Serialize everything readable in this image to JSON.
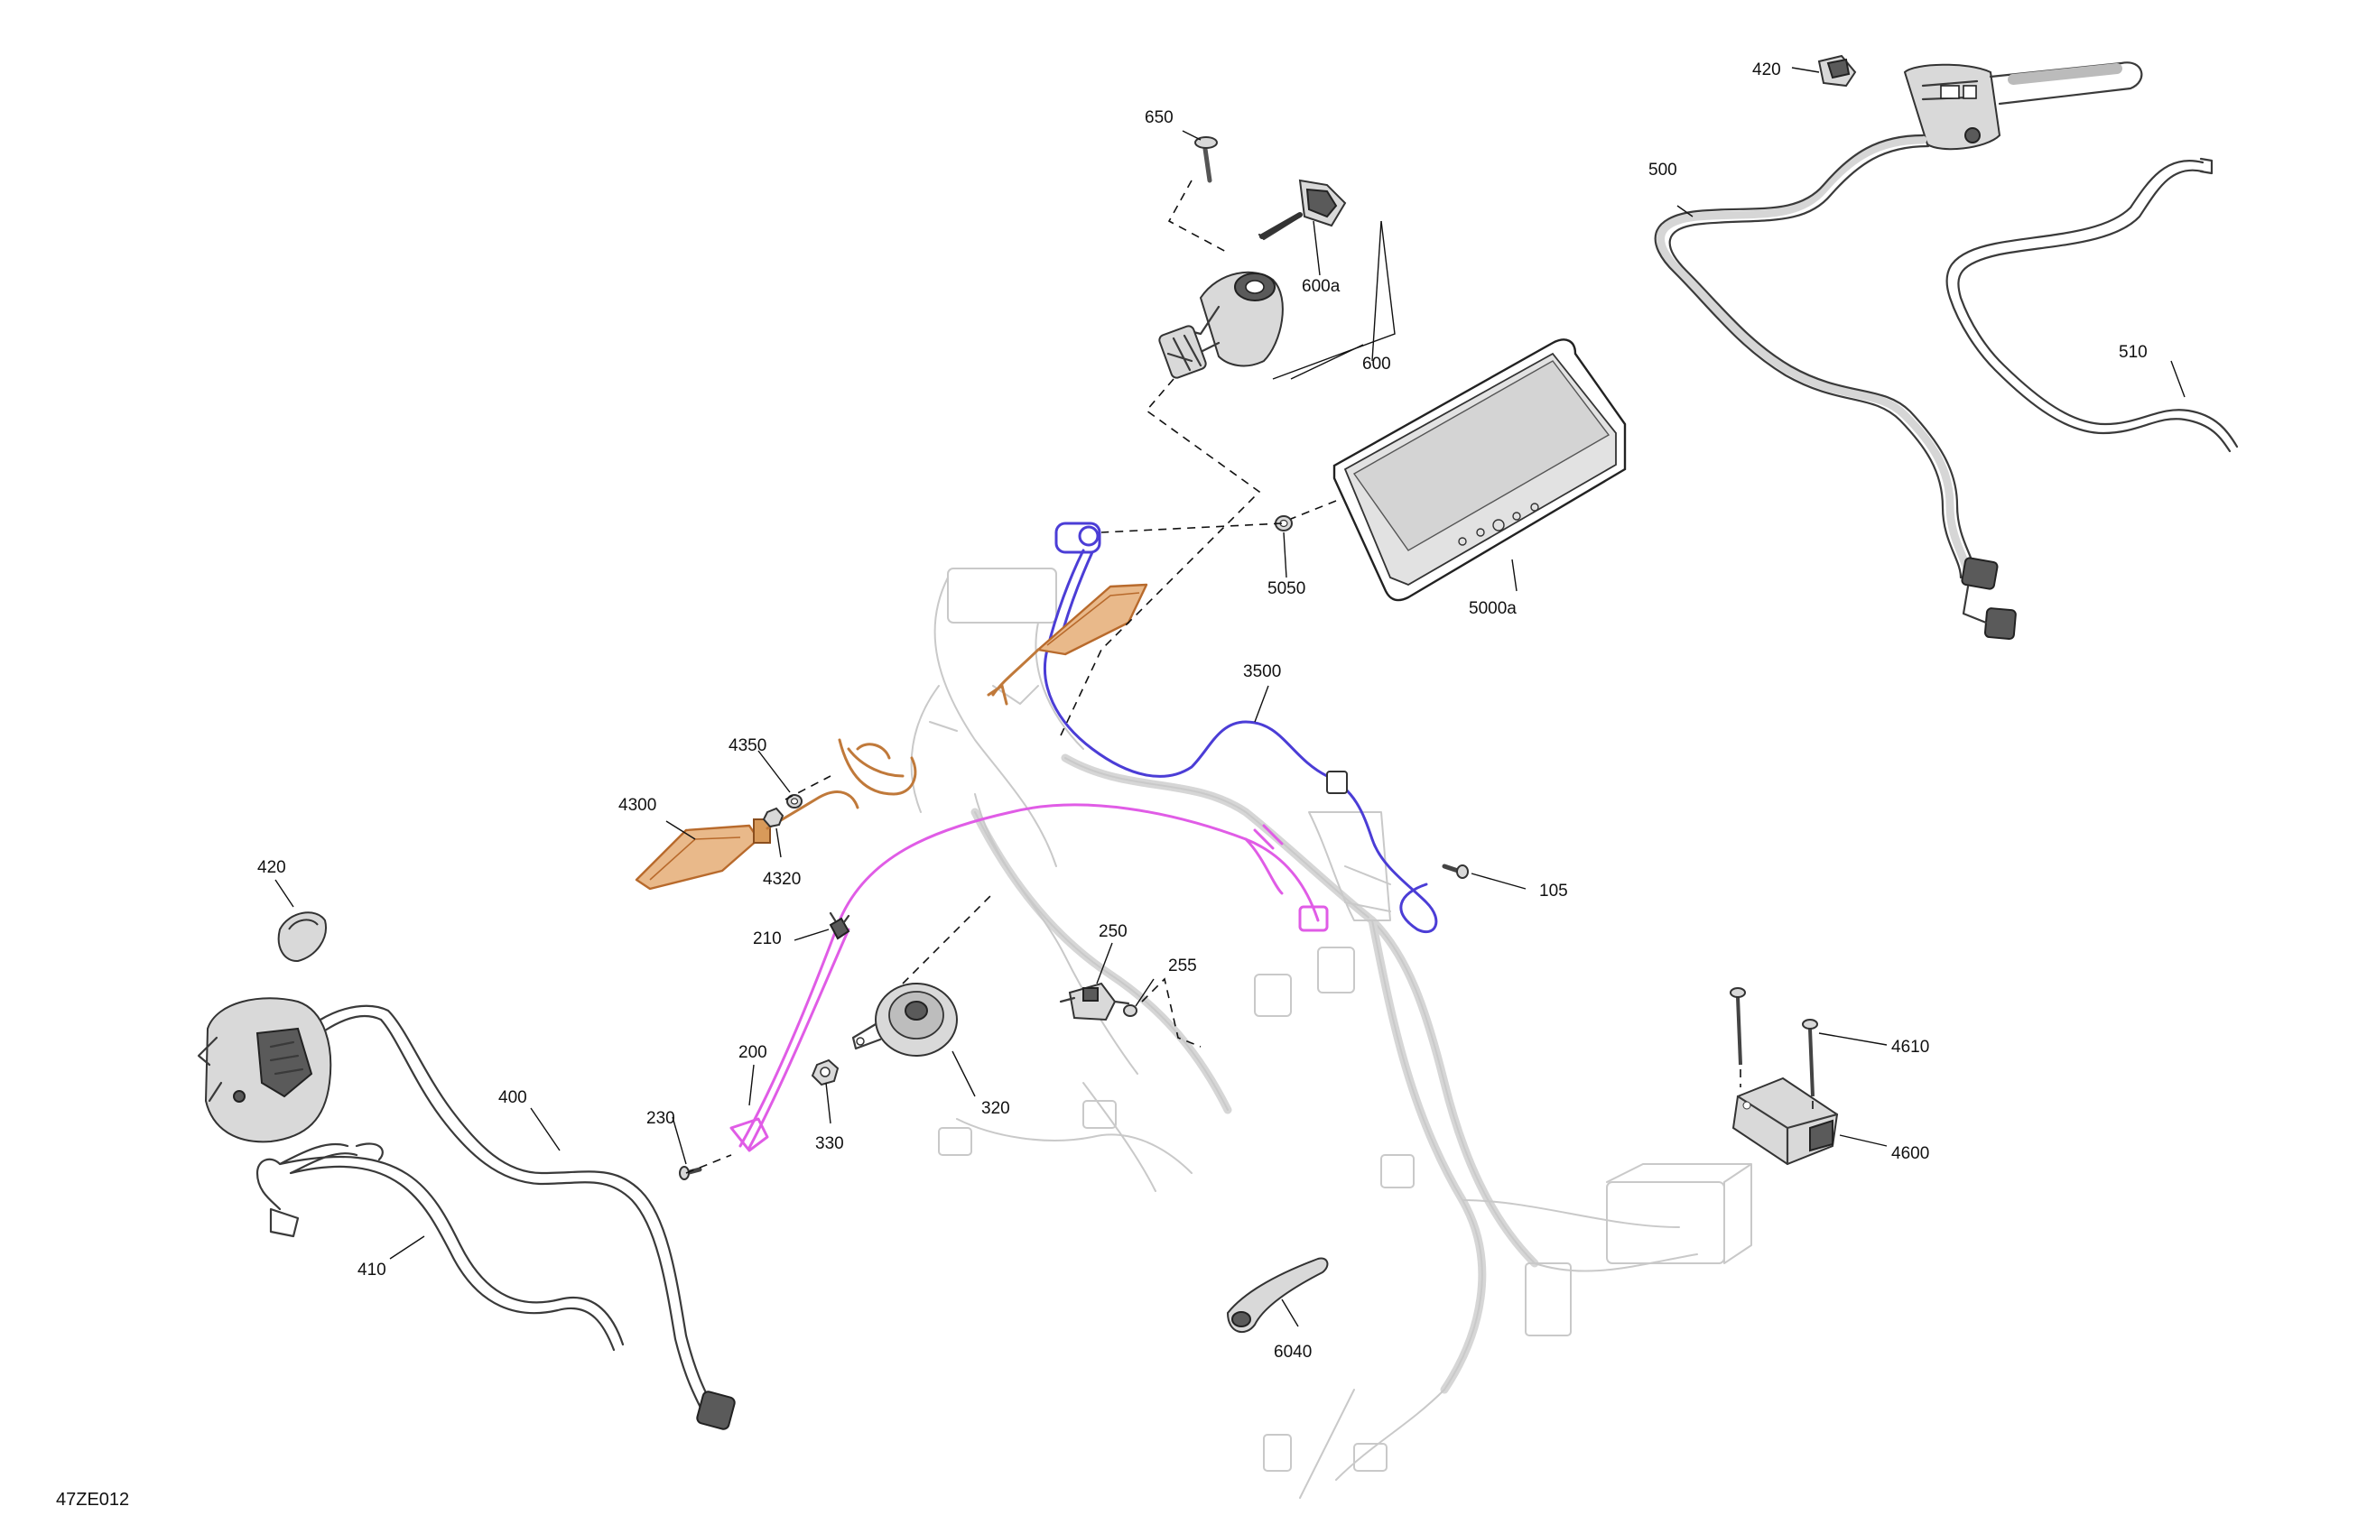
{
  "figure_id": "47ZE012",
  "callouts": [
    {
      "key": "c420a",
      "label": "420"
    },
    {
      "key": "c650",
      "label": "650"
    },
    {
      "key": "c500",
      "label": "500"
    },
    {
      "key": "c600a",
      "label": "600a"
    },
    {
      "key": "c600",
      "label": "600"
    },
    {
      "key": "c510",
      "label": "510"
    },
    {
      "key": "c5050",
      "label": "5050"
    },
    {
      "key": "c5000a",
      "label": "5000a"
    },
    {
      "key": "c3500",
      "label": "3500"
    },
    {
      "key": "c4350",
      "label": "4350"
    },
    {
      "key": "c4300",
      "label": "4300"
    },
    {
      "key": "c4320",
      "label": "4320"
    },
    {
      "key": "c105",
      "label": "105"
    },
    {
      "key": "c420b",
      "label": "420"
    },
    {
      "key": "c210",
      "label": "210"
    },
    {
      "key": "c250",
      "label": "250"
    },
    {
      "key": "c255",
      "label": "255"
    },
    {
      "key": "c200",
      "label": "200"
    },
    {
      "key": "c400",
      "label": "400"
    },
    {
      "key": "c4610",
      "label": "4610"
    },
    {
      "key": "c320",
      "label": "320"
    },
    {
      "key": "c330",
      "label": "330"
    },
    {
      "key": "c230",
      "label": "230"
    },
    {
      "key": "c4600",
      "label": "4600"
    },
    {
      "key": "c410",
      "label": "410"
    },
    {
      "key": "c6040",
      "label": "6040"
    }
  ],
  "highlight_colors": {
    "harness_3500": "#4b3dd6",
    "harness_200": "#e05ce6",
    "turn_signals": "#c0793a"
  }
}
